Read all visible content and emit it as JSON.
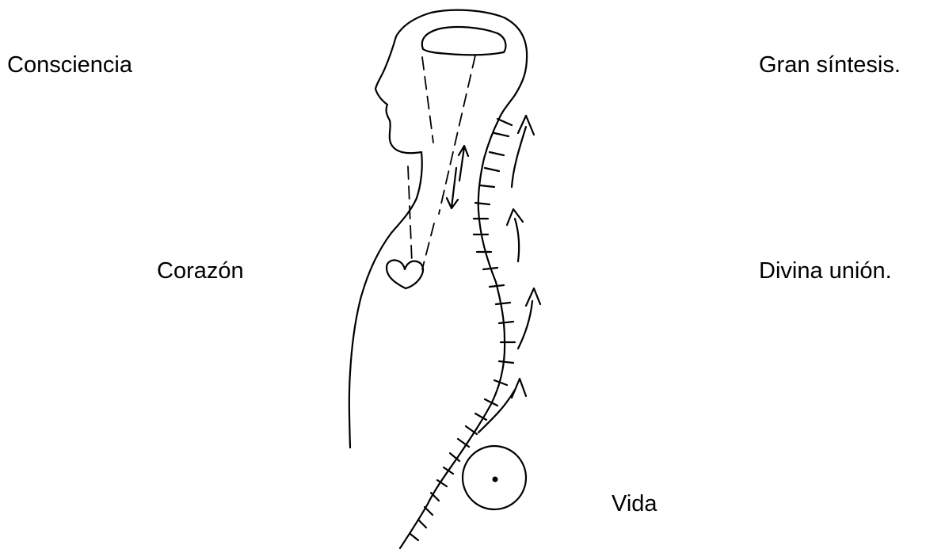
{
  "labels": {
    "consciencia": "Consciencia",
    "gran_sintesis": "Gran síntesis.",
    "corazon": "Corazón",
    "divina_union": "Divina unión.",
    "vida": "Vida"
  },
  "colors": {
    "ink": "#000000",
    "background": "#ffffff"
  }
}
